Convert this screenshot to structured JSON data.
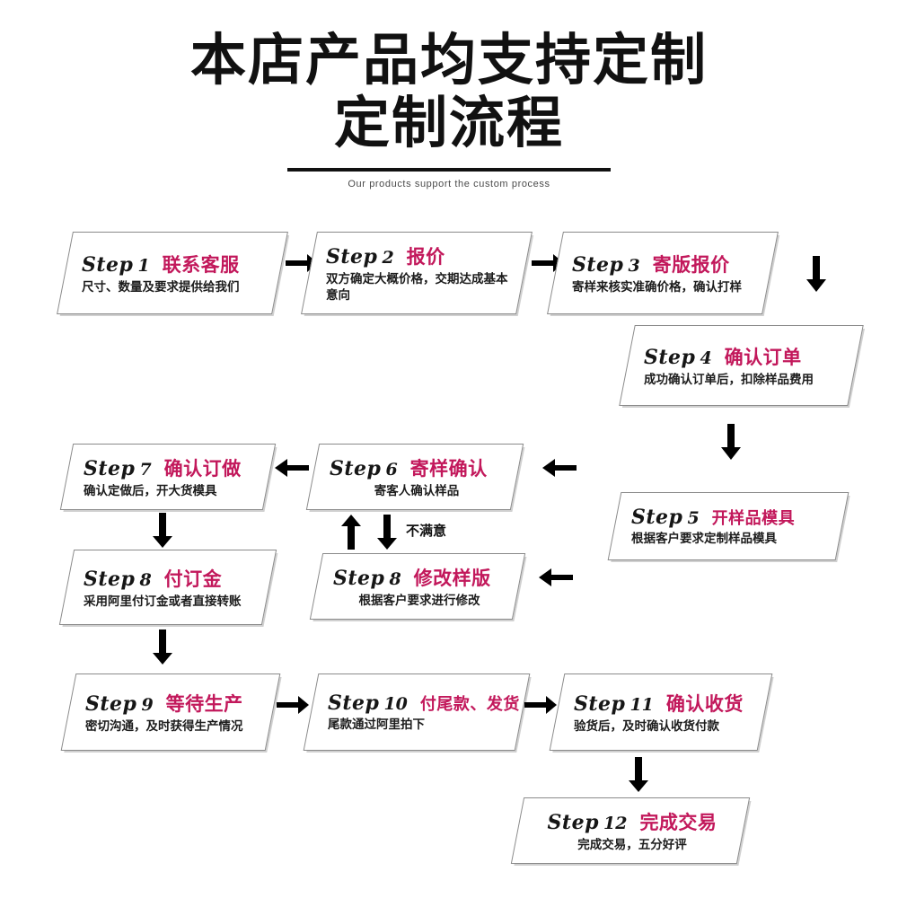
{
  "header": {
    "title_line1": "本店产品均支持定制",
    "title_line2": "定制流程",
    "subtitle": "Our products support the custom process"
  },
  "accent_color": "#c2185b",
  "edge_labels": {
    "unsatisfied": "不满意"
  },
  "steps": [
    {
      "id": "step-1",
      "step_label": "Step",
      "step_num": "1",
      "title": "联系客服",
      "desc": "尺寸、数量及要求提供给我们"
    },
    {
      "id": "step-2",
      "step_label": "Step",
      "step_num": "2",
      "title": "报价",
      "desc": "双方确定大概价格，交期达成基本意向"
    },
    {
      "id": "step-3",
      "step_label": "Step",
      "step_num": "3",
      "title": "寄版报价",
      "desc": "寄样来核实准确价格，确认打样"
    },
    {
      "id": "step-4",
      "step_label": "Step",
      "step_num": "4",
      "title": "确认订单",
      "desc": "成功确认订单后，扣除样品费用"
    },
    {
      "id": "step-5",
      "step_label": "Step",
      "step_num": "5",
      "title": "开样品模具",
      "desc": "根据客户要求定制样品模具"
    },
    {
      "id": "step-6",
      "step_label": "Step",
      "step_num": "6",
      "title": "寄样确认",
      "desc": "寄客人确认样品"
    },
    {
      "id": "step-7",
      "step_label": "Step",
      "step_num": "7",
      "title": "确认订做",
      "desc": "确认定做后，开大货模具"
    },
    {
      "id": "step-8-revise",
      "step_label": "Step",
      "step_num": "8",
      "title": "修改样版",
      "desc": "根据客户要求进行修改"
    },
    {
      "id": "step-8-deposit",
      "step_label": "Step",
      "step_num": "8",
      "title": "付订金",
      "desc": "采用阿里付订金或者直接转账"
    },
    {
      "id": "step-9",
      "step_label": "Step",
      "step_num": "9",
      "title": "等待生产",
      "desc": "密切沟通，及时获得生产情况"
    },
    {
      "id": "step-10",
      "step_label": "Step",
      "step_num": "10",
      "title": "付尾款、发货",
      "desc": "尾款通过阿里拍下"
    },
    {
      "id": "step-11",
      "step_label": "Step",
      "step_num": "11",
      "title": "确认收货",
      "desc": "验货后，及时确认收货付款"
    },
    {
      "id": "step-12",
      "step_label": "Step",
      "step_num": "12",
      "title": "完成交易",
      "desc": "完成交易，五分好评"
    }
  ]
}
